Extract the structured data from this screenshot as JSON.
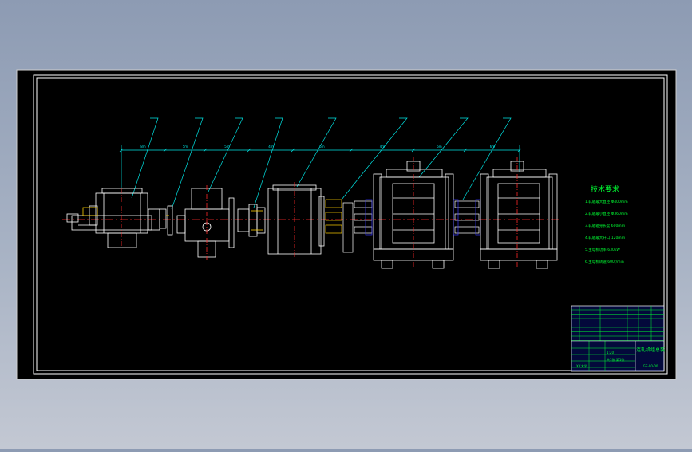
{
  "drawing": {
    "colors": {
      "background": "#000000",
      "frame": "#ffffff",
      "leader": "#00e5e5",
      "centerline": "#ff2a2a",
      "outline": "#ffffff",
      "highlight": "#ffd000",
      "coupling": "#3a3aff",
      "text_green": "#00ff33",
      "table_fill": "#0a1aa8"
    },
    "dimensions": [
      "8m",
      "5m",
      "5m",
      "4m",
      "6m",
      "4m",
      "6m",
      "6m"
    ],
    "tech_requirements": {
      "title": "技术要求",
      "items": [
        "1.轧辊最大直径    Φ400mm",
        "2.轧辊最小直径    Φ360mm",
        "3.轧辊辊身长度    600mm",
        "4.轧辊最大开口    120mm",
        "5.主电机功率      630kW",
        "6.主电机转速      600r/min"
      ]
    },
    "title_block": {
      "title": "连轧机组总装",
      "drawing_no": "GZ-00-00",
      "scale": "1:20",
      "sheet": "共1张 第1张",
      "school": "XX大学"
    }
  }
}
